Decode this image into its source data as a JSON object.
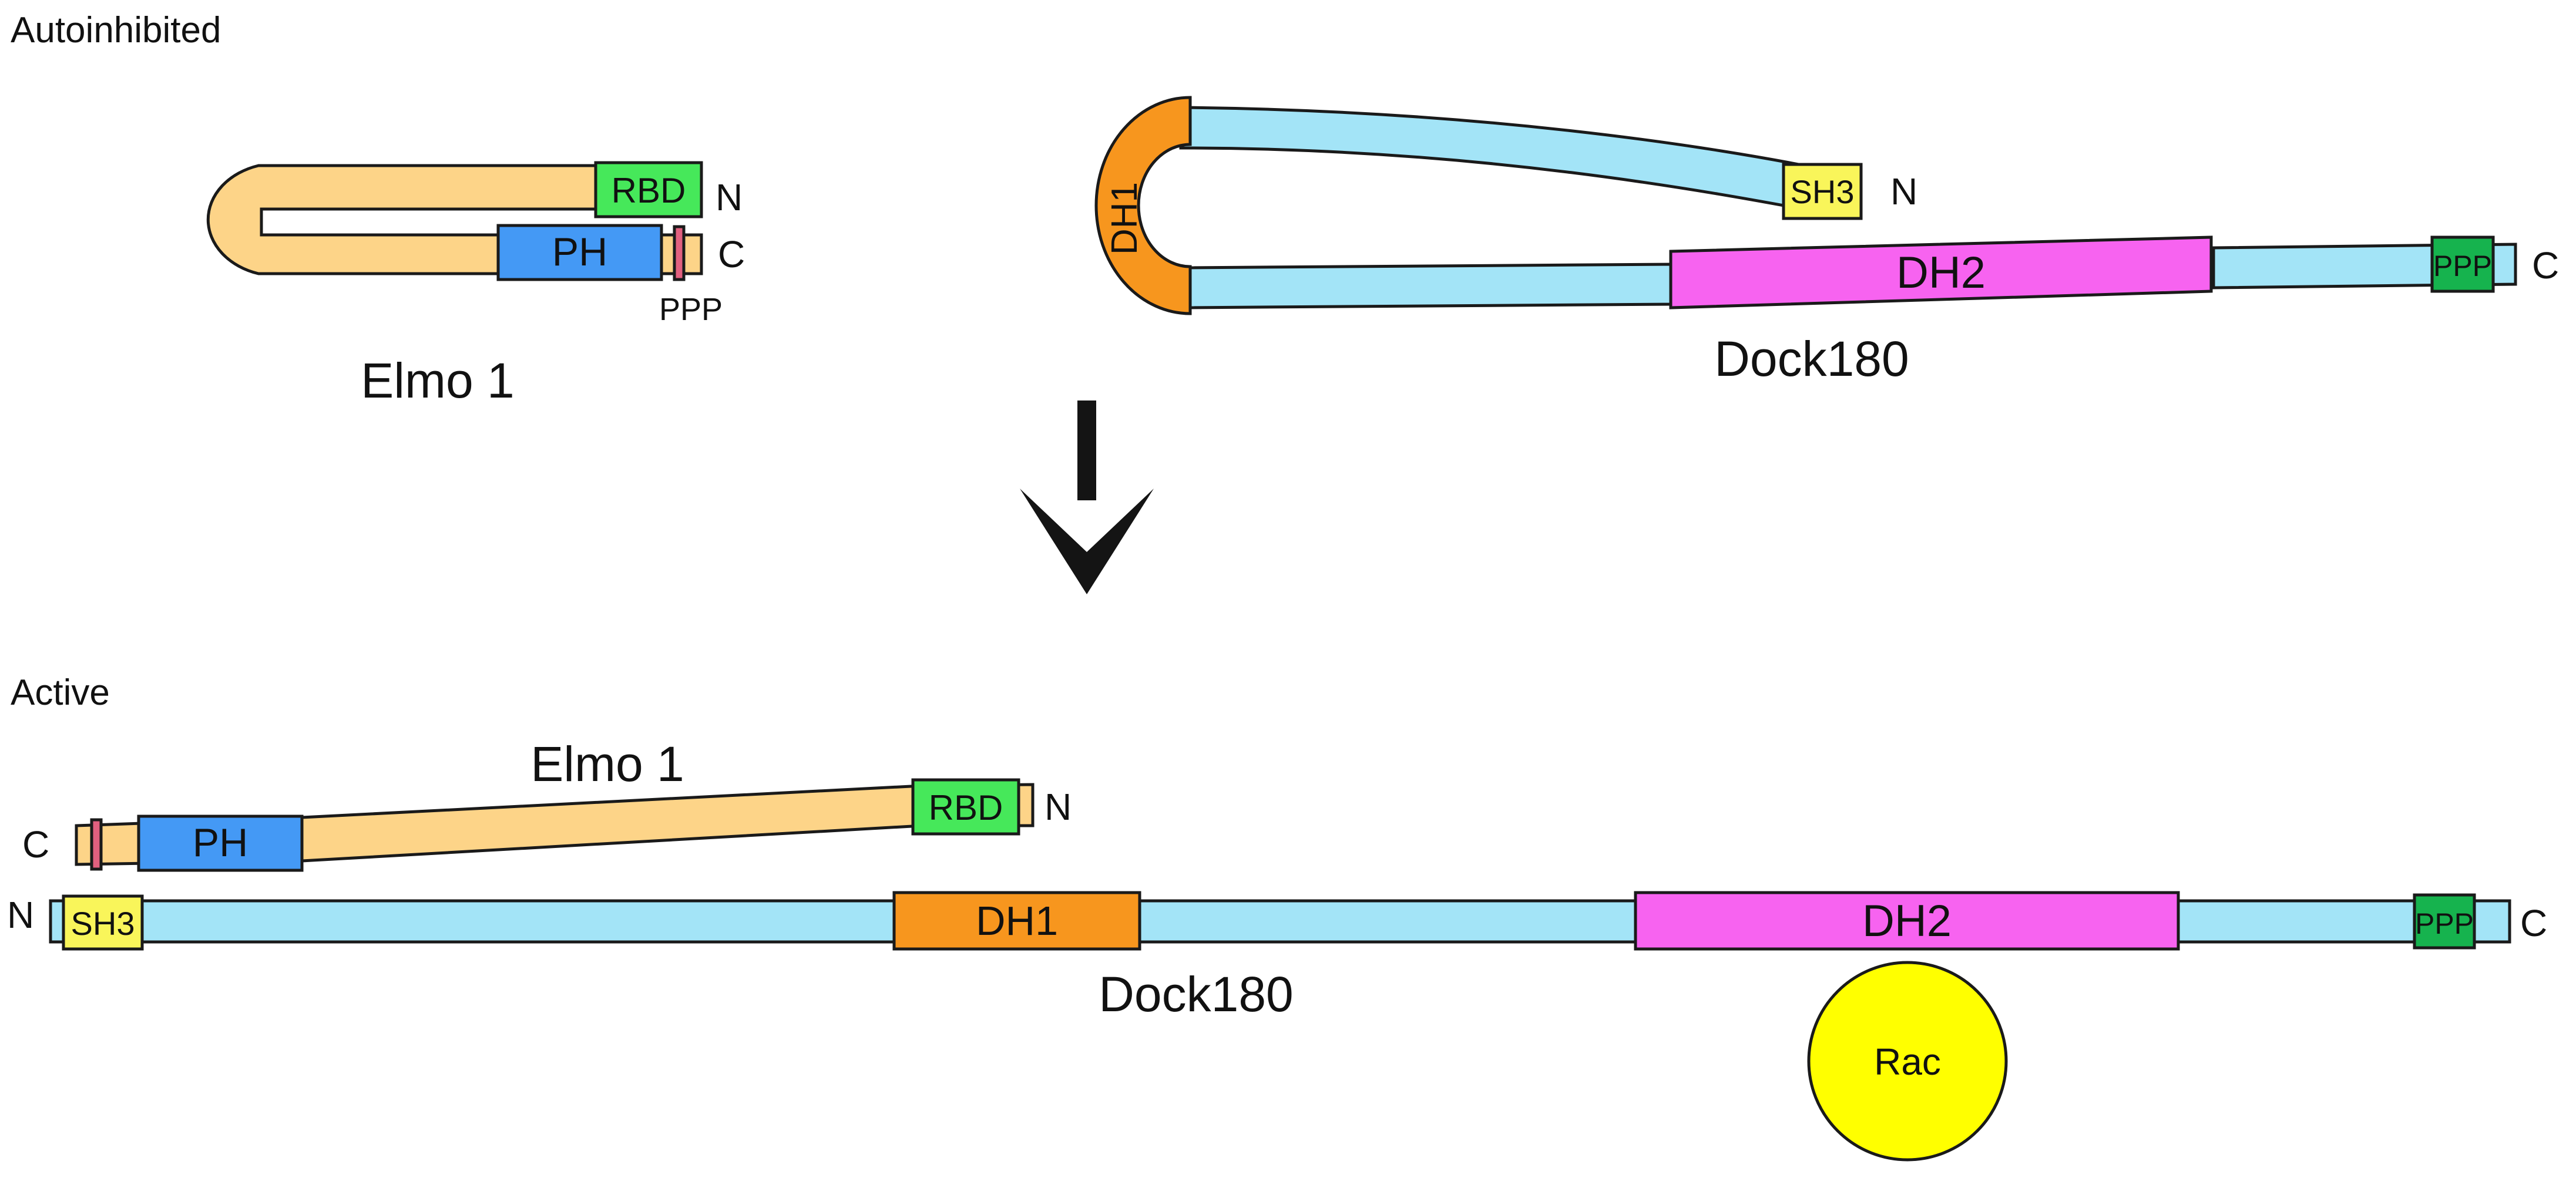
{
  "sections": {
    "autoinhibited_label": "Autoinhibited",
    "active_label": "Active"
  },
  "autoinhibited": {
    "elmo": {
      "name": "Elmo 1",
      "rbd": "RBD",
      "ph": "PH",
      "ppp": "PPP",
      "n_term": "N",
      "c_term": "C"
    },
    "dock": {
      "name": "Dock180",
      "dh1": "DH1",
      "sh3": "SH3",
      "dh2": "DH2",
      "ppp": "PPP",
      "n_term": "N",
      "c_term": "C"
    }
  },
  "active": {
    "elmo": {
      "name": "Elmo 1",
      "rbd": "RBD",
      "ph": "PH",
      "n_term": "N",
      "c_term": "C"
    },
    "dock": {
      "name": "Dock180",
      "sh3": "SH3",
      "dh1": "DH1",
      "dh2": "DH2",
      "ppp": "PPP",
      "n_term": "N",
      "c_term": "C"
    },
    "rac": "Rac"
  },
  "colors": {
    "elmo_backbone": "#fdd488",
    "dock_backbone": "#a3e4f7",
    "rbd": "#46e85a",
    "ph": "#4499f5",
    "ppp_elmo": "#e2607f",
    "dh1": "#f7961e",
    "sh3": "#f9f55a",
    "dh2": "#f763f0",
    "ppp_dock": "#16b34e",
    "rac": "#ffff00",
    "arrow": "#141414"
  }
}
